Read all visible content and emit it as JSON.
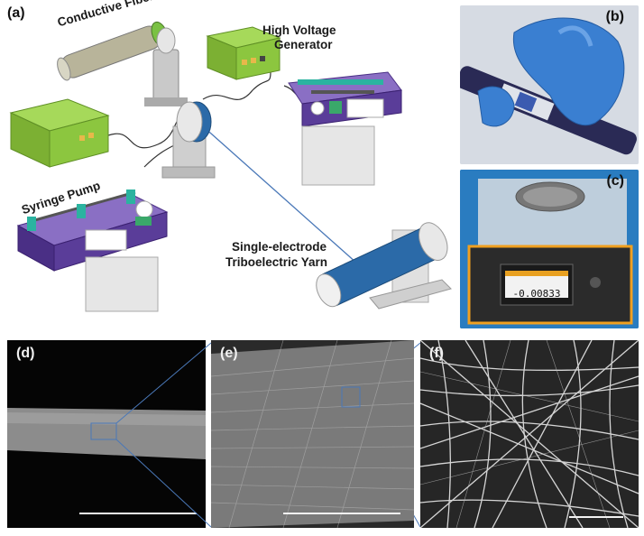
{
  "panels": {
    "a": {
      "label": "(a)"
    },
    "b": {
      "label": "(b)"
    },
    "c": {
      "label": "(c)"
    },
    "d": {
      "label": "(d)"
    },
    "e": {
      "label": "(e)"
    },
    "f": {
      "label": "(f)"
    }
  },
  "callouts": {
    "conductive_fiber": "Conductive Fiber",
    "high_voltage_line1": "High Voltage",
    "high_voltage_line2": "Generator",
    "syringe_pump": "Syringe Pump",
    "yarn_line1": "Single-electrode",
    "yarn_line2": "Triboelectric Yarn"
  },
  "balance_readout": "-0.00833",
  "colors": {
    "device_green": "#8cc63f",
    "pump_purple": "#5a3d99",
    "yarn_blue": "#2b6aa8",
    "mount_grey": "#b8b8b8",
    "zoom_line": "#4a78b8"
  }
}
